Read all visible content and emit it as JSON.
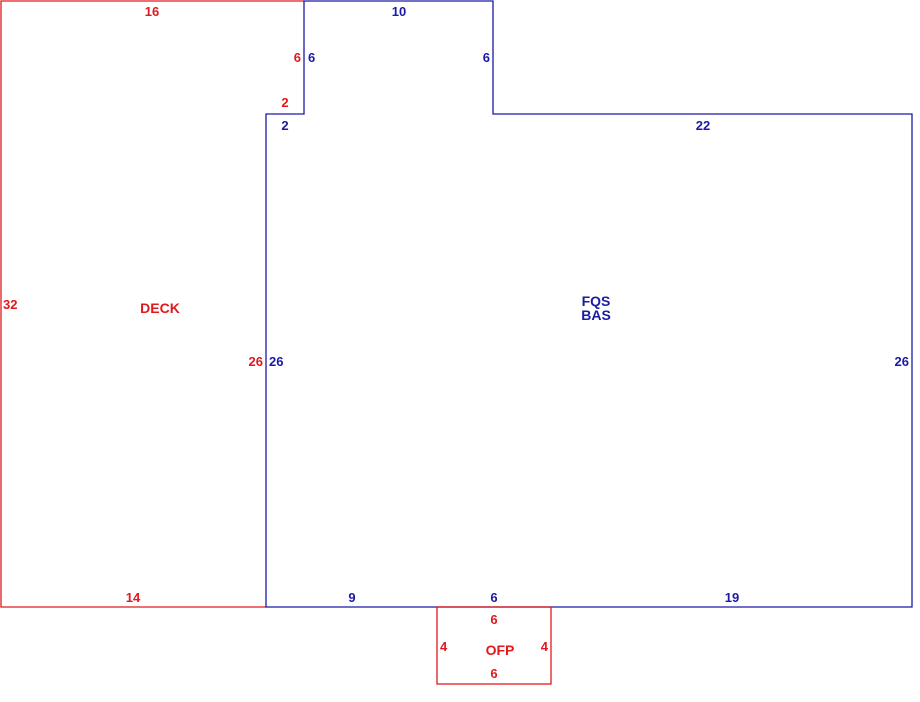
{
  "colors": {
    "deck": "#e0191c",
    "bas": "#1a1aa6",
    "ofp": "#e0191c"
  },
  "areas": {
    "deck": {
      "name": "DECK"
    },
    "bas": {
      "name_line1": "FQS",
      "name_line2": "BAS"
    },
    "ofp": {
      "name": "OFP"
    }
  },
  "dims": {
    "deck_top": "16",
    "deck_left": "32",
    "deck_bottom": "14",
    "deck_inner_right": "26",
    "deck_step_vertical": "6",
    "deck_step_horizontal": "2",
    "bas_top": "10",
    "bas_upper_left": "6",
    "bas_upper_right": "6",
    "bas_step": "2",
    "bas_right_top": "22",
    "bas_left": "26",
    "bas_right": "26",
    "bas_bottom_left": "9",
    "bas_bottom_mid": "6",
    "bas_bottom_right": "19",
    "ofp_top": "6",
    "ofp_left": "4",
    "ofp_right": "4",
    "ofp_bottom": "6"
  }
}
